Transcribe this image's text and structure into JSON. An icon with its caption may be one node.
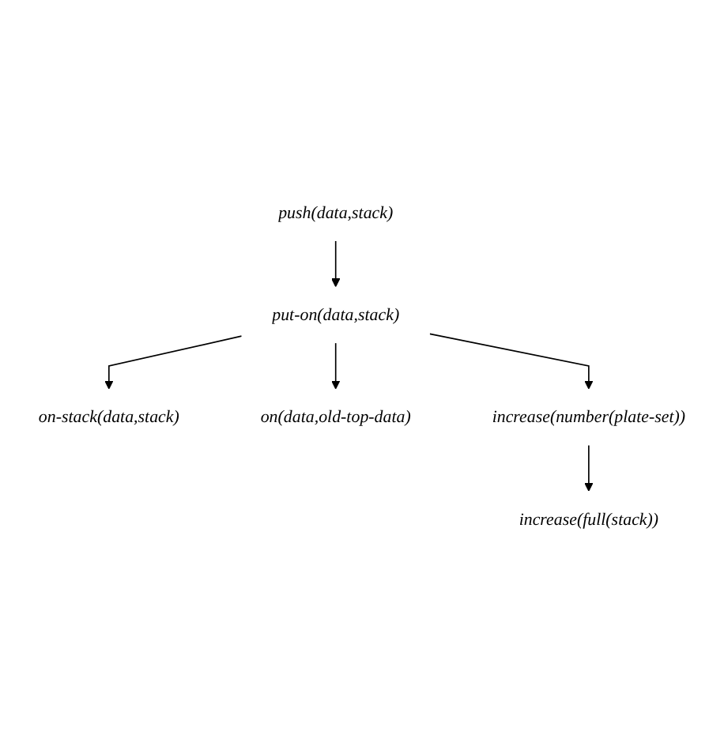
{
  "diagram": {
    "nodes": [
      {
        "text": [
          "push(data,stack)"
        ]
      },
      {
        "text": [
          "put-on(data,stack)"
        ]
      },
      {
        "text": [
          "on-stack(data,stack)"
        ]
      },
      {
        "text": [
          "on(data,old-top-data)"
        ]
      },
      {
        "text": [
          "increase(number(plate-set))"
        ]
      },
      {
        "text": [
          "increase(full(stack))"
        ]
      }
    ],
    "edges": [
      {
        "from": 0,
        "to": 1,
        "arrow": "to"
      },
      {
        "from": 1,
        "to": 2,
        "arrow": "to"
      },
      {
        "from": 1,
        "to": 3,
        "arrow": "to"
      },
      {
        "from": 1,
        "to": 4,
        "arrow": "to"
      },
      {
        "from": 4,
        "to": 5,
        "arrow": "to"
      }
    ]
  }
}
